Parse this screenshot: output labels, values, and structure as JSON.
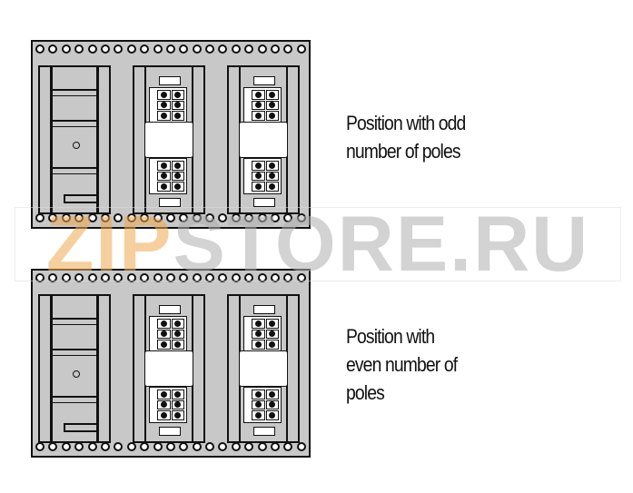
{
  "diagrams": [
    {
      "id": "odd",
      "caption_lines": [
        "Position with odd",
        "number of poles"
      ]
    },
    {
      "id": "even",
      "caption_lines": [
        "Position with",
        "even number of",
        "poles"
      ]
    }
  ],
  "watermark": {
    "part1": "ZIP",
    "part2": "STORE.RU"
  },
  "colors": {
    "panel": "#c8c8c8",
    "outline": "#111111",
    "watermark_accent": "#f0a850"
  }
}
